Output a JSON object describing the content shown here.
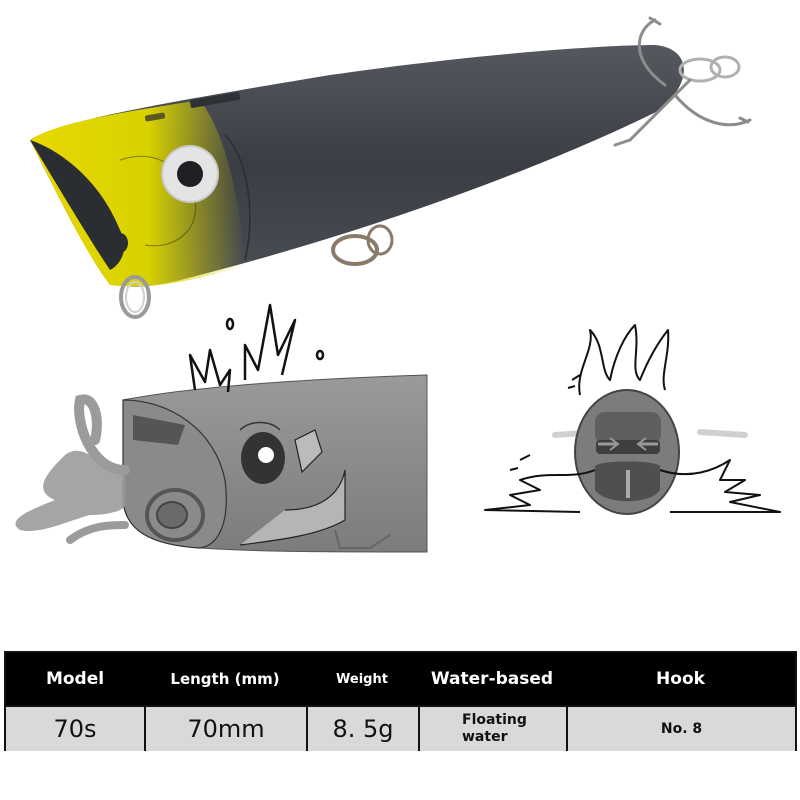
{
  "images": {
    "main_photo": {
      "label": "Popper fishing lure, yellow head and dark grey body, with treble hook and split rings"
    },
    "side_diagram": {
      "label": "Illustration of popper lure mouth creating splash sideways"
    },
    "front_diagram": {
      "label": "Front view of popper cup face with arrows showing water flow and splash"
    }
  },
  "colors": {
    "lure_head": "#e8d800",
    "lure_body": "#3b3f45",
    "table_header_bg": "#000000",
    "table_header_text": "#ffffff",
    "table_row_bg": "#d9d9d9"
  },
  "spec_table": {
    "headers": [
      "Model",
      "Length (mm)",
      "Weight",
      "Water-based",
      "Hook"
    ],
    "row": {
      "model": "70s",
      "length": "70mm",
      "weight": "8. 5g",
      "water_line1": "Floating",
      "water_line2": "water",
      "hook": "No. 8"
    }
  }
}
